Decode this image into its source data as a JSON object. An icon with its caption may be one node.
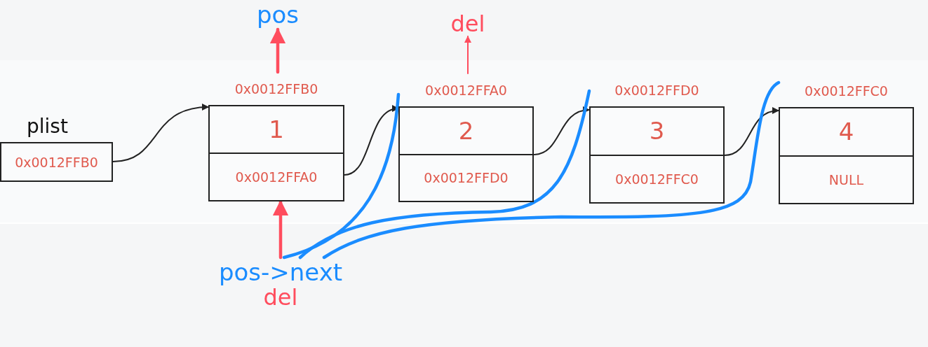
{
  "diagram": {
    "nodes": [
      {
        "text": [
          "plist",
          "0x0012FFB0"
        ]
      },
      {
        "text": [
          "0x0012FFB0",
          "1",
          "0x0012FFA0"
        ]
      },
      {
        "text": [
          "0x0012FFA0",
          "2",
          "0x0012FFD0"
        ]
      },
      {
        "text": [
          "0x0012FFD0",
          "3",
          "0x0012FFC0"
        ]
      },
      {
        "text": [
          "0x0012FFC0",
          "4",
          "NULL"
        ]
      },
      {
        "text": [
          "pos"
        ]
      },
      {
        "text": [
          "del"
        ]
      },
      {
        "text": [
          "pos->next",
          "del"
        ]
      }
    ],
    "edges": [
      {
        "from": 0,
        "to": 1,
        "arrow": "to"
      },
      {
        "from": 1,
        "to": 2,
        "arrow": "to"
      },
      {
        "from": 2,
        "to": 3,
        "arrow": "to"
      },
      {
        "from": 3,
        "to": 4,
        "arrow": "to"
      },
      {
        "from": 1,
        "to": 5,
        "arrow": "to",
        "style": "thick",
        "color": "#ff4d5e"
      },
      {
        "from": 2,
        "to": 6,
        "arrow": "to",
        "color": "#ff4d5e"
      },
      {
        "from": 7,
        "to": 1,
        "arrow": "to",
        "style": "thick",
        "color": "#ff4d5e"
      },
      {
        "from": 7,
        "to": 2,
        "arrow": "none",
        "style": "thick",
        "color": "#1a8cff"
      },
      {
        "from": 7,
        "to": 3,
        "arrow": "none",
        "style": "thick",
        "color": "#1a8cff"
      },
      {
        "from": 7,
        "to": 4,
        "arrow": "none",
        "style": "thick",
        "color": "#1a8cff"
      }
    ]
  }
}
